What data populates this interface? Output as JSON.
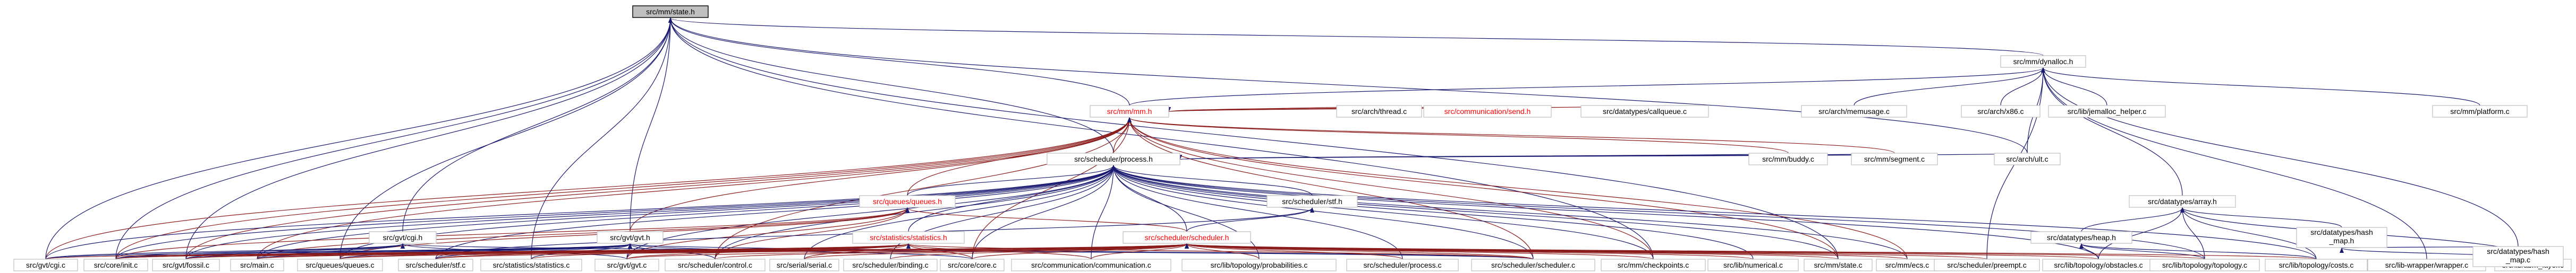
{
  "graph": {
    "nodes": [
      {
        "id": "memstate_h",
        "label": "src/mm/state.h",
        "root": true
      },
      {
        "id": "dynalloc_h",
        "label": "src/mm/dynalloc.h"
      },
      {
        "id": "mm_h",
        "label": "src/mm/mm.h",
        "red": true
      },
      {
        "id": "process_h",
        "label": "src/scheduler/process.h"
      },
      {
        "id": "thread_c",
        "label": "src/arch/thread.c"
      },
      {
        "id": "sendrecv_c",
        "label": "src/communication/send.h",
        "red": true
      },
      {
        "id": "callqueue_c",
        "label": "src/datatypes/callqueue.c"
      },
      {
        "id": "memusage_c",
        "label": "src/arch/memusage.c"
      },
      {
        "id": "x86_c",
        "label": "src/arch/x86.c"
      },
      {
        "id": "jemalloc_c",
        "label": "src/lib/jemalloc_helper.c"
      },
      {
        "id": "platform_c",
        "label": "src/mm/platform.c"
      },
      {
        "id": "buddy_c",
        "label": "src/mm/buddy.c"
      },
      {
        "id": "segment_c",
        "label": "src/mm/segment.c"
      },
      {
        "id": "ult_c",
        "label": "src/arch/ult.c"
      },
      {
        "id": "queues_h",
        "label": "src/queues/queues.h",
        "red": true
      },
      {
        "id": "stf_h",
        "label": "src/scheduler/stf.h"
      },
      {
        "id": "array_h",
        "label": "src/datatypes/array.h"
      },
      {
        "id": "cgi_h",
        "label": "src/gvt/cgi.h"
      },
      {
        "id": "gvt_h",
        "label": "src/gvt/gvt.h"
      },
      {
        "id": "statistics_h",
        "label": "src/statistics/statistics.h",
        "red": true
      },
      {
        "id": "scheduler_h",
        "label": "src/scheduler/scheduler.h",
        "red": true
      },
      {
        "id": "heap_h",
        "label": "src/datatypes/heap.h"
      },
      {
        "id": "hashmap_h",
        "label": "src/datatypes/hash\n_map.h"
      },
      {
        "id": "cgi_c",
        "label": "src/gvt/cgi.c"
      },
      {
        "id": "init_c",
        "label": "src/core/init.c"
      },
      {
        "id": "fossil_c",
        "label": "src/gvt/fossil.c"
      },
      {
        "id": "main_c",
        "label": "src/main.c"
      },
      {
        "id": "queues_c",
        "label": "src/queues/queues.c"
      },
      {
        "id": "stf_c",
        "label": "src/scheduler/stf.c"
      },
      {
        "id": "statistics_c",
        "label": "src/statistics/statistics.c"
      },
      {
        "id": "gvt_c",
        "label": "src/gvt/gvt.c"
      },
      {
        "id": "control_c",
        "label": "src/scheduler/control.c"
      },
      {
        "id": "serial_c",
        "label": "src/serial/serial.c"
      },
      {
        "id": "binding_c",
        "label": "src/scheduler/binding.c"
      },
      {
        "id": "core_c",
        "label": "src/core/core.c"
      },
      {
        "id": "communication_c",
        "label": "src/communication/communication.c"
      },
      {
        "id": "probabilities_c",
        "label": "src/lib/topology/probabilities.c"
      },
      {
        "id": "process_c",
        "label": "src/scheduler/process.c"
      },
      {
        "id": "scheduler_c",
        "label": "src/scheduler/scheduler.c"
      },
      {
        "id": "checkpoints_c",
        "label": "src/mm/checkpoints.c"
      },
      {
        "id": "numerical_c",
        "label": "src/lib/numerical.c"
      },
      {
        "id": "state_c",
        "label": "src/mm/state.c"
      },
      {
        "id": "ecs_c",
        "label": "src/mm/ecs.c"
      },
      {
        "id": "preempt_c",
        "label": "src/scheduler/preempt.c"
      },
      {
        "id": "obstacles_c",
        "label": "src/lib/topology/obstacles.c"
      },
      {
        "id": "topology_c",
        "label": "src/lib/topology/topology.c"
      },
      {
        "id": "costs_c",
        "label": "src/lib/topology/costs.c"
      },
      {
        "id": "wrapper_c",
        "label": "src/lib-wrapper/wrapper.c"
      },
      {
        "id": "abm_c",
        "label": "src/lib/abm_layer.c"
      },
      {
        "id": "hashmap_c",
        "label": "src/datatypes/hash\n_map.c"
      }
    ],
    "edges": [
      [
        "memstate_h",
        "dynalloc_h"
      ],
      [
        "memstate_h",
        "mm_h"
      ],
      [
        "memstate_h",
        "process_h"
      ],
      [
        "memstate_h",
        "cgi_h"
      ],
      [
        "memstate_h",
        "gvt_h"
      ],
      [
        "memstate_h",
        "queues_c"
      ],
      [
        "memstate_h",
        "statistics_c"
      ],
      [
        "memstate_h",
        "cgi_c"
      ],
      [
        "memstate_h",
        "init_c"
      ],
      [
        "memstate_h",
        "fossil_c"
      ],
      [
        "memstate_h",
        "ult_c"
      ],
      [
        "memstate_h",
        "state_c"
      ],
      [
        "memstate_h",
        "checkpoints_c"
      ],
      [
        "dynalloc_h",
        "mm_h"
      ],
      [
        "dynalloc_h",
        "memusage_c"
      ],
      [
        "dynalloc_h",
        "x86_c"
      ],
      [
        "dynalloc_h",
        "jemalloc_c"
      ],
      [
        "dynalloc_h",
        "platform_c"
      ],
      [
        "dynalloc_h",
        "array_h"
      ],
      [
        "dynalloc_h",
        "ult_c"
      ],
      [
        "dynalloc_h",
        "preempt_c"
      ],
      [
        "dynalloc_h",
        "wrapper_c"
      ],
      [
        "dynalloc_h",
        "hashmap_c"
      ],
      [
        "mm_h",
        "process_h"
      ],
      [
        "mm_h",
        "thread_c"
      ],
      [
        "mm_h",
        "sendrecv_c"
      ],
      [
        "mm_h",
        "callqueue_c"
      ],
      [
        "mm_h",
        "buddy_c"
      ],
      [
        "mm_h",
        "segment_c"
      ],
      [
        "mm_h",
        "queues_h"
      ],
      [
        "mm_h",
        "gvt_h"
      ],
      [
        "mm_h",
        "cgi_c"
      ],
      [
        "mm_h",
        "init_c"
      ],
      [
        "mm_h",
        "fossil_c"
      ],
      [
        "mm_h",
        "main_c"
      ],
      [
        "mm_h",
        "control_c"
      ],
      [
        "mm_h",
        "core_c"
      ],
      [
        "mm_h",
        "checkpoints_c"
      ],
      [
        "mm_h",
        "state_c"
      ],
      [
        "mm_h",
        "ecs_c"
      ],
      [
        "mm_h",
        "scheduler_c"
      ],
      [
        "process_h",
        "queues_h"
      ],
      [
        "process_h",
        "stf_h"
      ],
      [
        "process_h",
        "statistics_h"
      ],
      [
        "process_h",
        "scheduler_h"
      ],
      [
        "process_h",
        "buddy_c"
      ],
      [
        "process_h",
        "segment_c"
      ],
      [
        "process_h",
        "ult_c"
      ],
      [
        "process_h",
        "cgi_c"
      ],
      [
        "process_h",
        "init_c"
      ],
      [
        "process_h",
        "fossil_c"
      ],
      [
        "process_h",
        "main_c"
      ],
      [
        "process_h",
        "queues_c"
      ],
      [
        "process_h",
        "stf_c"
      ],
      [
        "process_h",
        "gvt_c"
      ],
      [
        "process_h",
        "control_c"
      ],
      [
        "process_h",
        "serial_c"
      ],
      [
        "process_h",
        "binding_c"
      ],
      [
        "process_h",
        "core_c"
      ],
      [
        "process_h",
        "communication_c"
      ],
      [
        "process_h",
        "probabilities_c"
      ],
      [
        "process_h",
        "process_c"
      ],
      [
        "process_h",
        "scheduler_c"
      ],
      [
        "process_h",
        "checkpoints_c"
      ],
      [
        "process_h",
        "numerical_c"
      ],
      [
        "process_h",
        "state_c"
      ],
      [
        "process_h",
        "ecs_c"
      ],
      [
        "process_h",
        "obstacles_c"
      ],
      [
        "process_h",
        "topology_c"
      ],
      [
        "process_h",
        "costs_c"
      ],
      [
        "queues_h",
        "scheduler_h"
      ],
      [
        "queues_h",
        "gvt_c"
      ],
      [
        "queues_h",
        "queues_c"
      ],
      [
        "queues_h",
        "init_c"
      ],
      [
        "queues_h",
        "main_c"
      ],
      [
        "queues_h",
        "control_c"
      ],
      [
        "stf_h",
        "scheduler_h"
      ],
      [
        "stf_h",
        "stf_c"
      ],
      [
        "array_h",
        "heap_h"
      ],
      [
        "array_h",
        "hashmap_h"
      ],
      [
        "array_h",
        "obstacles_c"
      ],
      [
        "array_h",
        "topology_c"
      ],
      [
        "array_h",
        "costs_c"
      ],
      [
        "array_h",
        "abm_c"
      ],
      [
        "heap_h",
        "obstacles_c"
      ],
      [
        "heap_h",
        "topology_c"
      ],
      [
        "heap_h",
        "costs_c"
      ],
      [
        "hashmap_h",
        "abm_c"
      ],
      [
        "hashmap_h",
        "hashmap_c"
      ],
      [
        "cgi_h",
        "cgi_c"
      ],
      [
        "cgi_h",
        "init_c"
      ],
      [
        "cgi_h",
        "fossil_c"
      ],
      [
        "cgi_h",
        "main_c"
      ],
      [
        "cgi_h",
        "gvt_c"
      ],
      [
        "cgi_h",
        "scheduler_c"
      ],
      [
        "gvt_h",
        "cgi_c"
      ],
      [
        "gvt_h",
        "init_c"
      ],
      [
        "gvt_h",
        "fossil_c"
      ],
      [
        "gvt_h",
        "main_c"
      ],
      [
        "gvt_h",
        "queues_c"
      ],
      [
        "gvt_h",
        "stf_c"
      ],
      [
        "gvt_h",
        "statistics_c"
      ],
      [
        "gvt_h",
        "gvt_c"
      ],
      [
        "gvt_h",
        "control_c"
      ],
      [
        "gvt_h",
        "core_c"
      ],
      [
        "gvt_h",
        "scheduler_c"
      ],
      [
        "statistics_h",
        "init_c"
      ],
      [
        "statistics_h",
        "fossil_c"
      ],
      [
        "statistics_h",
        "main_c"
      ],
      [
        "statistics_h",
        "queues_c"
      ],
      [
        "statistics_h",
        "stf_c"
      ],
      [
        "statistics_h",
        "statistics_c"
      ],
      [
        "statistics_h",
        "gvt_c"
      ],
      [
        "statistics_h",
        "serial_c"
      ],
      [
        "statistics_h",
        "core_c"
      ],
      [
        "statistics_h",
        "communication_c"
      ],
      [
        "statistics_h",
        "scheduler_c"
      ],
      [
        "scheduler_h",
        "cgi_c"
      ],
      [
        "scheduler_h",
        "init_c"
      ],
      [
        "scheduler_h",
        "fossil_c"
      ],
      [
        "scheduler_h",
        "main_c"
      ],
      [
        "scheduler_h",
        "queues_c"
      ],
      [
        "scheduler_h",
        "stf_c"
      ],
      [
        "scheduler_h",
        "gvt_c"
      ],
      [
        "scheduler_h",
        "control_c"
      ],
      [
        "scheduler_h",
        "serial_c"
      ],
      [
        "scheduler_h",
        "binding_c"
      ],
      [
        "scheduler_h",
        "core_c"
      ],
      [
        "scheduler_h",
        "communication_c"
      ],
      [
        "scheduler_h",
        "probabilities_c"
      ],
      [
        "scheduler_h",
        "process_c"
      ],
      [
        "scheduler_h",
        "scheduler_c"
      ],
      [
        "scheduler_h",
        "checkpoints_c"
      ],
      [
        "scheduler_h",
        "numerical_c"
      ],
      [
        "scheduler_h",
        "state_c"
      ],
      [
        "scheduler_h",
        "ecs_c"
      ],
      [
        "scheduler_h",
        "preempt_c"
      ],
      [
        "scheduler_h",
        "obstacles_c"
      ],
      [
        "scheduler_h",
        "topology_c"
      ],
      [
        "scheduler_h",
        "costs_c"
      ]
    ]
  }
}
